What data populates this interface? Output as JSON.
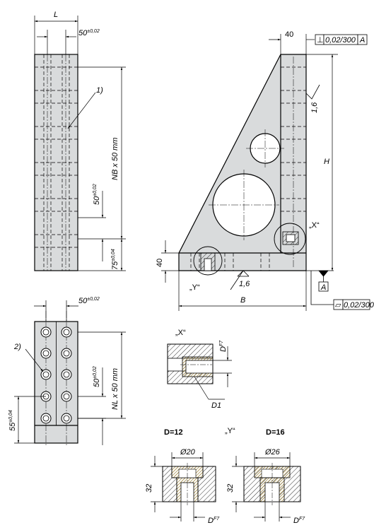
{
  "labels": {
    "L": "L",
    "d50_top": "50",
    "tol_50": "±0,02",
    "ref1": "1)",
    "nb": "NB x 50 mm",
    "d50_side": "50",
    "d75": "75",
    "tol_75": "±0,04",
    "d40_top": "40",
    "perp_sym": "⊥",
    "perp_tol": "0,02/300",
    "datum_a": "A",
    "rough1": "1,6",
    "H": "H",
    "X": "„X“",
    "d40_left": "40",
    "Y": "„Y“",
    "rough2": "1,6",
    "B": "B",
    "datum_a2": "A",
    "flat_sym": "▱",
    "flat_tol": "0,02/300",
    "d50_bottom": "50",
    "ref2": "2)",
    "d55": "55",
    "tol_55": "±0,04",
    "d50_bside": "50",
    "nl": "NL x 50 mm",
    "detail_x": "„X“",
    "D": "D",
    "F7": "F7",
    "D1": "D1",
    "D12": "D=12",
    "detail_y": "„Y“",
    "D16": "D=16",
    "dia20": "Ø20",
    "dia26": "Ø26",
    "d32a": "32",
    "d32b": "32"
  }
}
